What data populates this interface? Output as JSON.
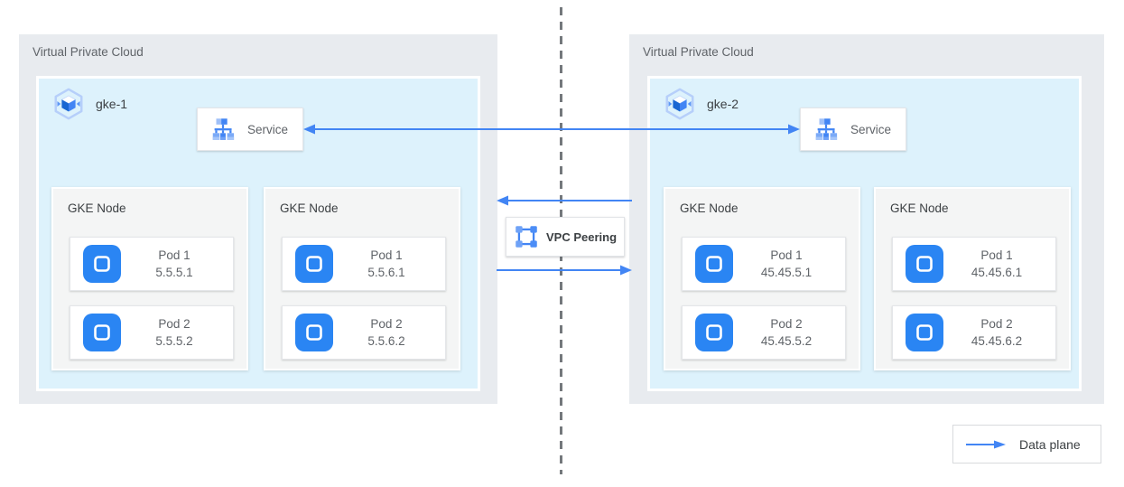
{
  "vpcs": [
    {
      "label": "Virtual Private Cloud",
      "cluster": {
        "name": "gke-1",
        "service": {
          "label": "Service"
        },
        "nodes": [
          {
            "label": "GKE Node",
            "pods": [
              {
                "name": "Pod 1",
                "ip": "5.5.5.1"
              },
              {
                "name": "Pod 2",
                "ip": "5.5.5.2"
              }
            ]
          },
          {
            "label": "GKE Node",
            "pods": [
              {
                "name": "Pod 1",
                "ip": "5.5.6.1"
              },
              {
                "name": "Pod 2",
                "ip": "5.5.6.2"
              }
            ]
          }
        ]
      }
    },
    {
      "label": "Virtual Private Cloud",
      "cluster": {
        "name": "gke-2",
        "service": {
          "label": "Service"
        },
        "nodes": [
          {
            "label": "GKE Node",
            "pods": [
              {
                "name": "Pod 1",
                "ip": "45.45.5.1"
              },
              {
                "name": "Pod 2",
                "ip": "45.45.5.2"
              }
            ]
          },
          {
            "label": "GKE Node",
            "pods": [
              {
                "name": "Pod 1",
                "ip": "45.45.6.1"
              },
              {
                "name": "Pod 2",
                "ip": "45.45.6.2"
              }
            ]
          }
        ]
      }
    }
  ],
  "peering": {
    "label": "VPC Peering"
  },
  "legend": {
    "label": "Data plane"
  },
  "icons": {
    "gke_cluster": "gke-cluster-hexagon-icon",
    "service": "service-tree-icon",
    "pod": "pod-icon",
    "vpc_peering": "vpc-peering-icon",
    "data_plane": "arrow-right-icon"
  },
  "colors": {
    "arrow_blue": "#4285F4",
    "pod_icon_blue": "#2A85F3",
    "cluster_bg": "#DDF2FC",
    "vpc_bg": "#E8EBEF",
    "dashed_divider": "#74787C"
  }
}
